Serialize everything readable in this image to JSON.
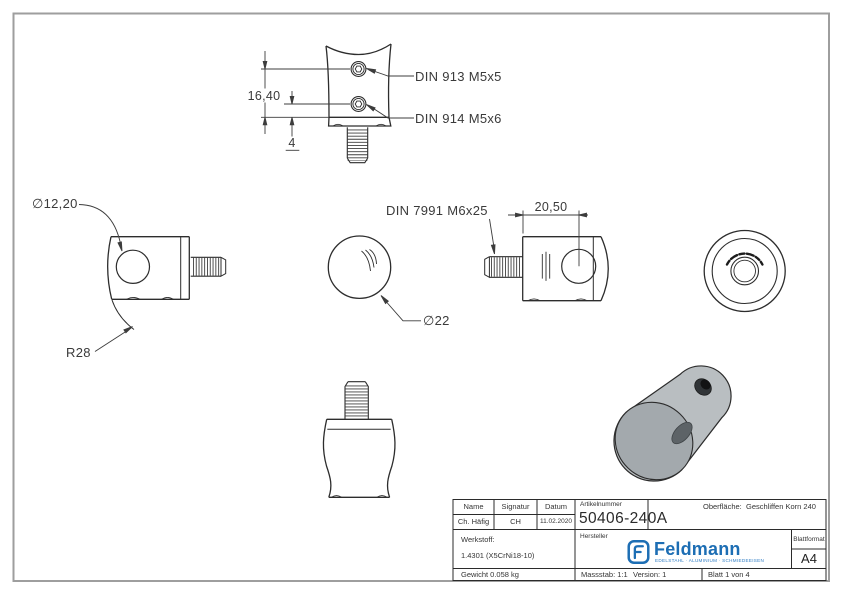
{
  "drawing_labels": {
    "din913": "DIN 913 M5x5",
    "din914": "DIN 914 M5x6",
    "din7991": "DIN 7991 M6x25",
    "dim_16_40": "16,40",
    "dim_4": "4",
    "dim_20_50": "20,50",
    "dia_12_20": "∅12,20",
    "dia_22": "∅22",
    "r28": "R28"
  },
  "title_block": {
    "name_label": "Name",
    "signature_label": "Signatur",
    "date_label": "Datum",
    "name_value": "Ch. Häfig",
    "signature_value": "CH",
    "date_value": "11.02.2020",
    "article_label": "Artikelnummer",
    "article_value": "50406-240A",
    "surface_label": "Oberfläche:",
    "surface_value": "Geschliffen Korn 240",
    "material_label": "Werkstoff:",
    "material_value": "1.4301 (X5CrNi18-10)",
    "manufacturer_label": "Hersteller",
    "weight": "Gewicht 0.058 kg",
    "scale": "Massstab: 1:1",
    "version": "Version: 1",
    "sheet": "Blatt 1 von 4",
    "format_label": "Blattformat",
    "format_value": "A4",
    "logo_text": "Feldmann",
    "logo_tagline": "EDELSTAHL · ALUMINIUM · SCHMIEDEEISEN",
    "logo_color": "#1d6eb4"
  }
}
